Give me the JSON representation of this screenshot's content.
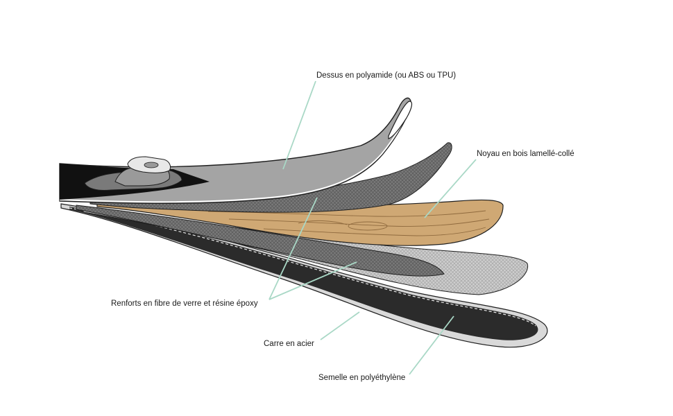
{
  "labels": {
    "top_sheet": "Dessus en polyamide (ou ABS ou TPU)",
    "core": "Noyau en bois lamellé-collé",
    "reinforcement": "Renforts en fibre de verre et résine époxy",
    "edge": "Carre en acier",
    "base": "Semelle en polyéthylène"
  },
  "colors": {
    "leader": "#a9d8c6",
    "outline": "#1f1f1f",
    "top_sheet": "#a4a4a4",
    "binding": "#111111",
    "core_wood": "#cfa874",
    "fiberglass_dark": "#6e6e6e",
    "fiberglass_light": "#c9c9c9",
    "base": "#2b2b2b",
    "edge": "#d8d8d8"
  },
  "icons": [
    "ski-binding-icon",
    "wood-grain-texture",
    "mesh-texture"
  ]
}
